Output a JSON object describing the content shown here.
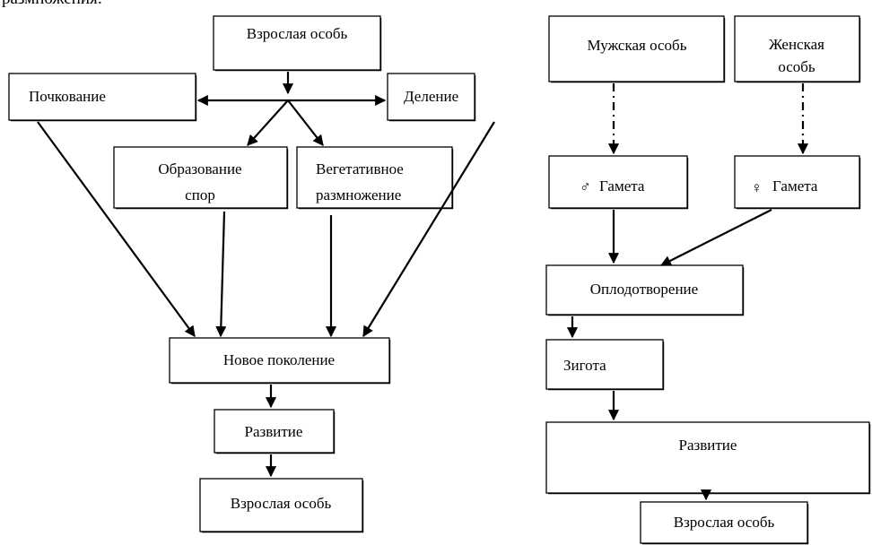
{
  "heading_fragment": "размножения:",
  "asexual": {
    "adult_top": "Взрослая особь",
    "budding": "Почкование",
    "division": "Деление",
    "spores": [
      "Образование",
      "спор"
    ],
    "vegetative": [
      "Вегетативное",
      "размножение"
    ],
    "new_generation": "Новое поколение",
    "development": "Развитие",
    "adult_bottom": "Взрослая особь"
  },
  "sexual": {
    "male": "Мужская особь",
    "female": [
      "Женская",
      "особь"
    ],
    "male_gamete": "Гамета",
    "female_gamete": "Гамета",
    "male_symbol": "♂",
    "female_symbol": "♀",
    "fertilization": "Оплодотворение",
    "zygote": "Зигота",
    "development": "Развитие",
    "adult": "Взрослая особь"
  },
  "colors": {
    "male_symbol": "#1a2fa8",
    "female_symbol": "#e0197d"
  }
}
